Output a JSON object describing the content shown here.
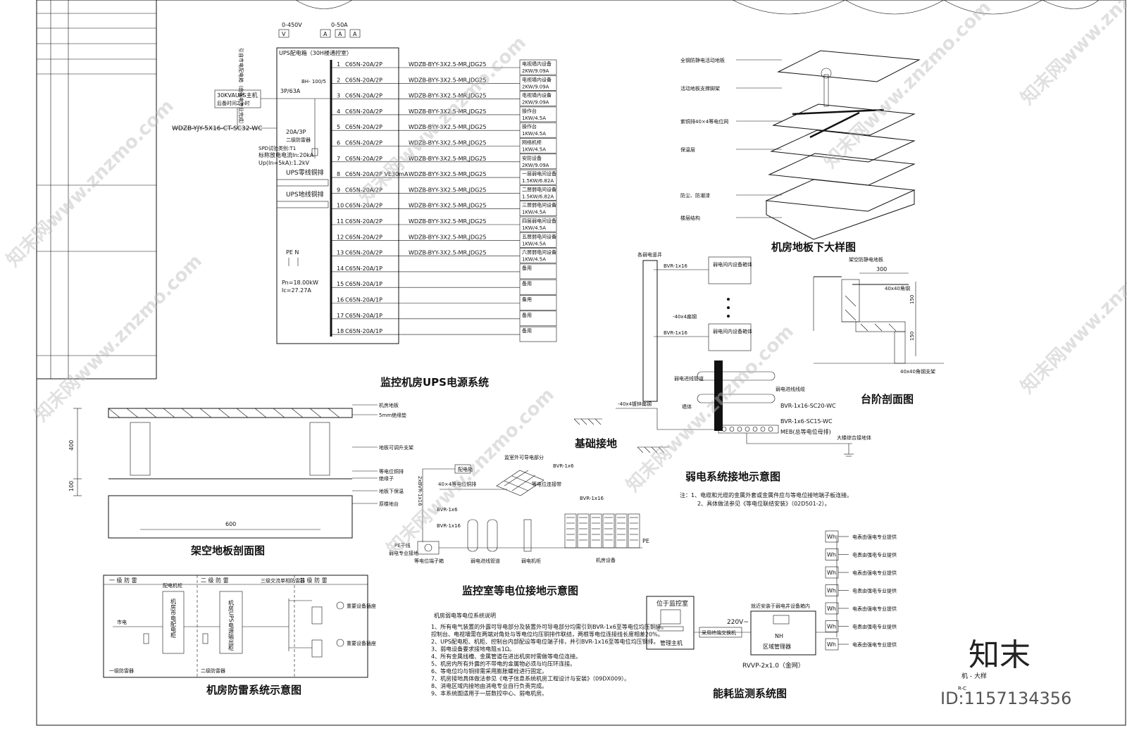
{
  "meters": {
    "voltage_range": "0-450V",
    "current_range": "0-50A",
    "v_label": "V",
    "a_label": "A"
  },
  "ups": {
    "panel_label": "UPS配电箱（30H楼通控室）",
    "source_note": "引自市电配电箱（由强电专业完成）",
    "main_unit": "30KVAUPS主机",
    "main_unit_sub": "后备时间2小时",
    "main_cable": "WDZB-YJY-5X16-CT-SC32-WC",
    "breaker_main": "3P/63A",
    "ct": "BH-\n100/5",
    "spd_breaker": "20A/3P",
    "spd_note": "二级防雷器",
    "spd_line1": "SPD试验类别:T1",
    "spd_line2": "标称放电电流In:20kA",
    "spd_line3": "Up(In=5kA):1.2kV",
    "ups_bus1": "UPS零线铜排",
    "ups_bus2": "UPS地线铜排",
    "pe_n": "PE N",
    "pn": "Pn=18.00kW",
    "ic": "Ic=27.27A",
    "title": "监控机房UPS电源系统",
    "circuits": [
      {
        "no": "1",
        "breaker": "C65N-20A/2P",
        "cable": "WDZB-BYY-3X2.5-MR,JDG25",
        "load1": "电视墙内设备",
        "load2": "2KW/9.09A"
      },
      {
        "no": "2",
        "breaker": "C65N-20A/2P",
        "cable": "WDZB-BYY-3X2.5-MR,JDG25",
        "load1": "电视墙内设备",
        "load2": "2KW/9.09A"
      },
      {
        "no": "3",
        "breaker": "C65N-20A/2P",
        "cable": "WDZB-BYY-3X2.5-MR,JDG25",
        "load1": "电视墙内设备",
        "load2": "2KW/9.09A"
      },
      {
        "no": "4",
        "breaker": "C65N-20A/2P",
        "cable": "WDZB-BYY-3X2.5-MR,JDG25",
        "load1": "操作台",
        "load2": "1KW/4.5A"
      },
      {
        "no": "5",
        "breaker": "C65N-20A/2P",
        "cable": "WDZB-BYY-3X2.5-MR,JDG25",
        "load1": "操作台",
        "load2": "1KW/4.5A"
      },
      {
        "no": "6",
        "breaker": "C65N-20A/2P",
        "cable": "WDZB-BYY-3X2.5-MR,JDG25",
        "load1": "网络机柜",
        "load2": "1KW/4.5A"
      },
      {
        "no": "7",
        "breaker": "C65N-20A/2P",
        "cable": "WDZB-BYY-3X2.5-MR,JDG25",
        "load1": "安防设备",
        "load2": "2KW/9.09A"
      },
      {
        "no": "8",
        "breaker": "C65N-20A/2P VE30mA",
        "cable": "WDZB-BYY-3X2.5-MR,JDG25",
        "load1": "一层弱电间设备",
        "load2": "1.5KW/6.82A"
      },
      {
        "no": "9",
        "breaker": "C65N-20A/2P",
        "cable": "WDZB-BYY-3X2.5-MR,JDG25",
        "load1": "二层弱电间设备",
        "load2": "1.5KW/6.82A"
      },
      {
        "no": "10",
        "breaker": "C65N-20A/2P",
        "cable": "WDZB-BYY-3X2.5-MR,JDG25",
        "load1": "三层弱电间设备",
        "load2": "1KW/4.5A"
      },
      {
        "no": "11",
        "breaker": "C65N-20A/2P",
        "cable": "WDZB-BYY-3X2.5-MR,JDG25",
        "load1": "四层弱电间设备",
        "load2": "1KW/4.5A"
      },
      {
        "no": "12",
        "breaker": "C65N-20A/2P",
        "cable": "WDZB-BYY-3X2.5-MR,JDG25",
        "load1": "五层弱电间设备",
        "load2": "1KW/4.5A"
      },
      {
        "no": "13",
        "breaker": "C65N-20A/2P",
        "cable": "WDZB-BYY-3X2.5-MR,JDG25",
        "load1": "六层弱电间设备",
        "load2": "1KW/4.5A"
      },
      {
        "no": "14",
        "breaker": "C65N-20A/1P",
        "cable": "",
        "load1": "备用",
        "load2": ""
      },
      {
        "no": "15",
        "breaker": "C65N-20A/1P",
        "cable": "",
        "load1": "备用",
        "load2": ""
      },
      {
        "no": "16",
        "breaker": "C65N-20A/1P",
        "cable": "",
        "load1": "备用",
        "load2": ""
      },
      {
        "no": "17",
        "breaker": "C65N-20A/1P",
        "cable": "",
        "load1": "备用",
        "load2": ""
      },
      {
        "no": "18",
        "breaker": "C65N-20A/1P",
        "cable": "",
        "load1": "备用",
        "load2": ""
      }
    ]
  },
  "floor3d": {
    "labels": [
      "全钢防静电活动地板",
      "活动地板支撑脚架",
      "紫铜排40×4等电位网",
      "保温层",
      "防尘、防潮漆",
      "楼层结构"
    ],
    "title": "机房地板下大样图"
  },
  "raised_floor": {
    "title": "架空地板剖面图",
    "dim_400": "400",
    "dim_100": "100",
    "dim_600": "600",
    "labels": [
      "机房地板",
      "5mm绝缘垫",
      "地板可调升支架",
      "等电位铜排",
      "绝缘子",
      "地板下保温",
      "原楼地台"
    ]
  },
  "weak_ground": {
    "title": "弱电系统接地示意图",
    "shaft": "各弱电竖井",
    "bvr1": "BVR-1x16",
    "bvr2": "BVR-1x16",
    "flat": "-40x4扁钢",
    "cab1": "弱电间内设备箱体",
    "cab2": "弱电间内设备箱体",
    "conduit": "弱电进线管道",
    "wall": "墙体",
    "line_cable": "弱电进线线缆",
    "c1": "BVR-1x16-SC20-WC",
    "c2": "BVR-1x6-SC15-WC",
    "meb": "MEB(总等电位母排)",
    "main_flat": "-40x4镀锌扁钢",
    "earth": "大楼综合接地体",
    "notes": [
      "注：1、电缆和光缆的金属外套或金属件应与等电位接地端子板连接。",
      "2、具体做法参见《等电位联结安装》（02D501-2）。"
    ]
  },
  "found_title": "基础接地",
  "step": {
    "title": "台阶剖面图",
    "dim300": "300",
    "dim150a": "150",
    "dim150b": "150",
    "l1": "架空防静电地板",
    "l2": "40x40角钢",
    "l3": "40x40角钢支架"
  },
  "equi": {
    "title": "监控室等电位接地示意图",
    "labels": [
      "配电箱",
      "监室外可导电部分",
      "BVR-1x6",
      "40×4等电位铜排",
      "等电位连接带",
      "BVR-1x16",
      "BVR-1x6",
      "BVR-1x16",
      "PE干线",
      "弱电专业接地",
      "等电位端子箱",
      "弱电进线管道",
      "弱电机柜",
      "机房设备",
      "PE",
      "2xBVR-1x16"
    ]
  },
  "notes": {
    "title": "机房弱电等电位系统说明",
    "items": [
      "1、所有电气装置的外露可导电部分及装置外可导电部分均需引到BVR-1x6至等电位均压铜排。",
      "   控制台、电视墙需在两端对角处与等电位均压铜排作联结，两根等电位连接线长度相差20%。",
      "2、UPS配电柜、机柜、控制台内部配设等电位端子排，并引BVR-1x16至等电位均压铜排。",
      "3、弱电设备要求接地电阻≤1Ω。",
      "4、所有金属线槽、金属管道在进出机房时需做等电位连接。",
      "5、机房内所有外露的不带电的金属物必须与均压环连接。",
      "6、等电位均与铜排需采用膨胀螺栓进行固定。",
      "7、机房接地具体做法参见《电子信息系统机房工程设计与安装》（09DX009）。",
      "8、消电区域内接地由消电专业自行负责完成。",
      "9、本系统图适用于一层数控中心、弱电机房。"
    ]
  },
  "lightning": {
    "title": "机房防雷系统示意图",
    "h1": "一 级 防 雷",
    "h2": "二 级 防 雷",
    "h3": "三 级 防 雷",
    "box1": "机房市电配电柜",
    "box1_top": "配电机柜",
    "box2": "机房UPS电源输出柜",
    "box3": "三级交流单相防雷器",
    "mains": "市电",
    "spd1": "一级防雷器",
    "spd2": "二级防雷器",
    "dev": "重要设备插座"
  },
  "energy": {
    "title": "能耗监测系统图",
    "room": "位于监控室",
    "host": "管理主机",
    "switch": "采用终端交换机",
    "voltage": "220V~",
    "note": "就近安装于弱电井设备箱内",
    "nh": "NH",
    "mgr": "区域管理器",
    "cable": "RVVP-2x1.0（金网）",
    "wh": "Wh",
    "meter_label": "电表由强电专业提供"
  },
  "brand": {
    "name": "知末",
    "id": "ID:1157134356",
    "watermark": "知末网www.znzmo.com",
    "corner": "机 - 大样",
    "rev": "R-C"
  }
}
